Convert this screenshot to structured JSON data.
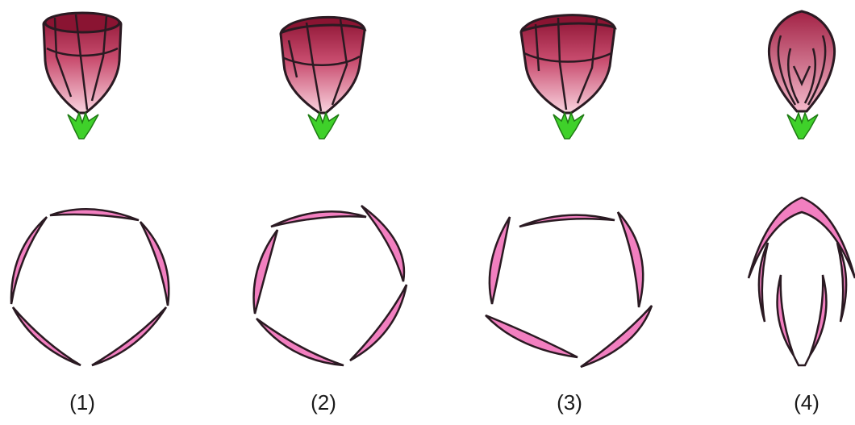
{
  "figure": {
    "panels": [
      {
        "label": "(1)",
        "aestivation": "valvate",
        "petal_count": 5
      },
      {
        "label": "(2)",
        "aestivation": "twisted",
        "petal_count": 5
      },
      {
        "label": "(3)",
        "aestivation": "imbricate",
        "petal_count": 5
      },
      {
        "label": "(4)",
        "aestivation": "vexillary",
        "petal_count": 5
      }
    ],
    "colors": {
      "petal_fill": "#f27fc0",
      "petal_stroke": "#2a1a22",
      "bud_dark": "#9e1b3c",
      "bud_light": "#f7c6d6",
      "sepal": "#3fd12a"
    }
  }
}
